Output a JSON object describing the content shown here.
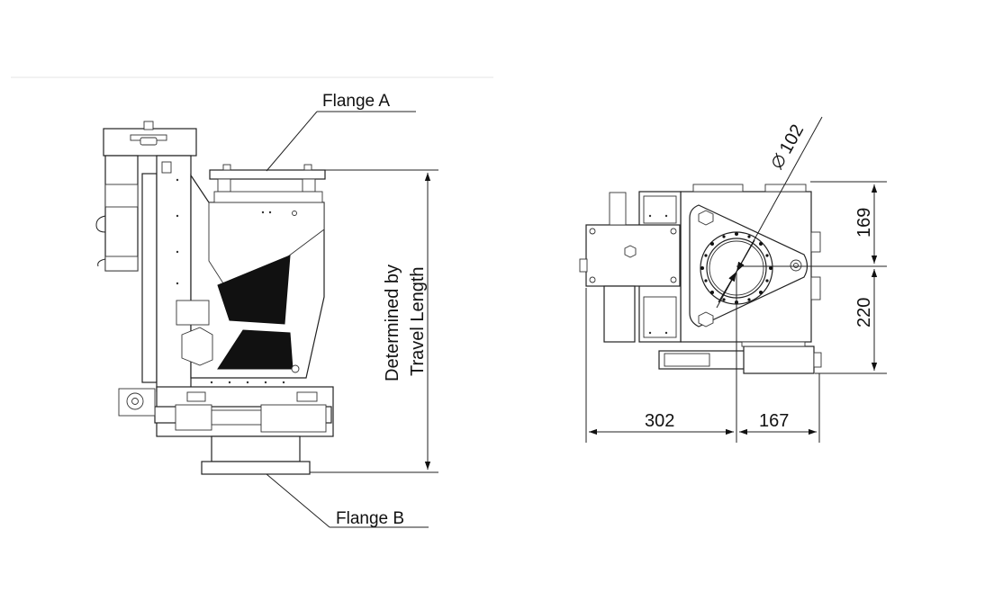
{
  "labels": {
    "flange_a": "Flange A",
    "flange_b": "Flange B",
    "travel_line1": "Determined by",
    "travel_line2": "Travel Length"
  },
  "dimensions": {
    "diameter": "102",
    "height_upper": "169",
    "height_lower": "220",
    "width_left": "302",
    "width_right": "167"
  },
  "icons": {
    "diameter_symbol": "diameter-icon"
  }
}
